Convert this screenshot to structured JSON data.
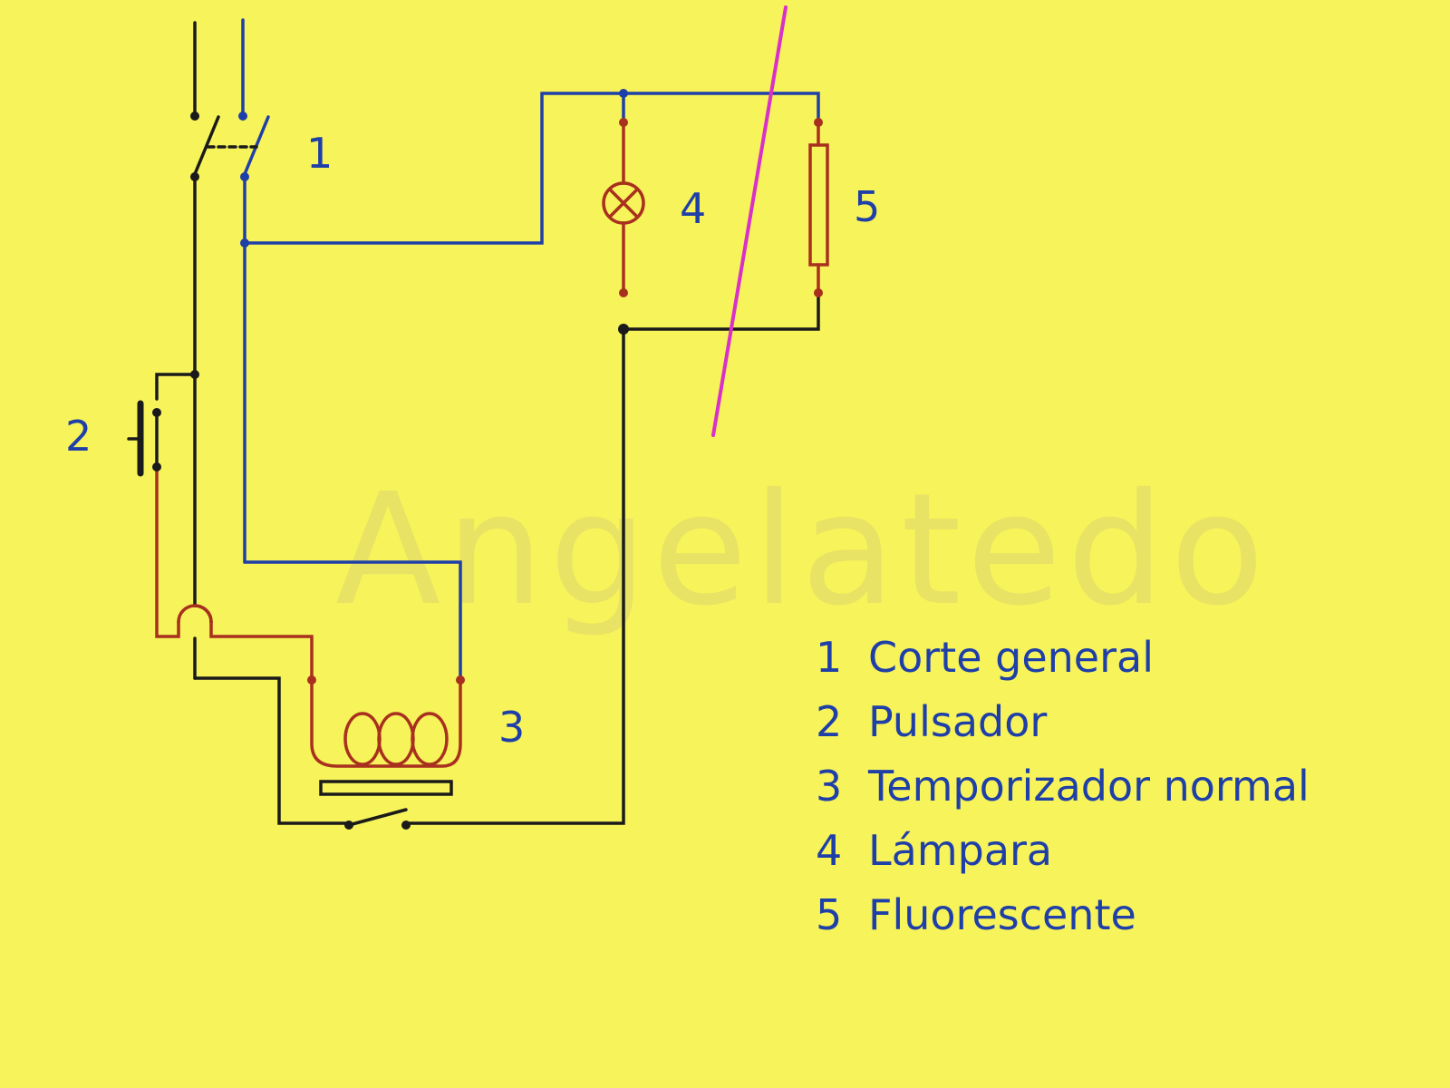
{
  "watermark": "Angelatedo",
  "components": {
    "switch_main": "1",
    "pushbutton": "2",
    "timer": "3",
    "lamp": "4",
    "fluorescent": "5"
  },
  "legend": [
    {
      "number": "1",
      "text": "Corte general"
    },
    {
      "number": "2",
      "text": "Pulsador"
    },
    {
      "number": "3",
      "text": "Temporizador normal"
    },
    {
      "number": "4",
      "text": "Lámpara"
    },
    {
      "number": "5",
      "text": "Fluorescente"
    }
  ],
  "colors": {
    "background": "#f7f35a",
    "wire_black": "#1a1a1a",
    "wire_blue": "#1f3fa8",
    "wire_red": "#a8301e",
    "strike": "#d830c8"
  }
}
